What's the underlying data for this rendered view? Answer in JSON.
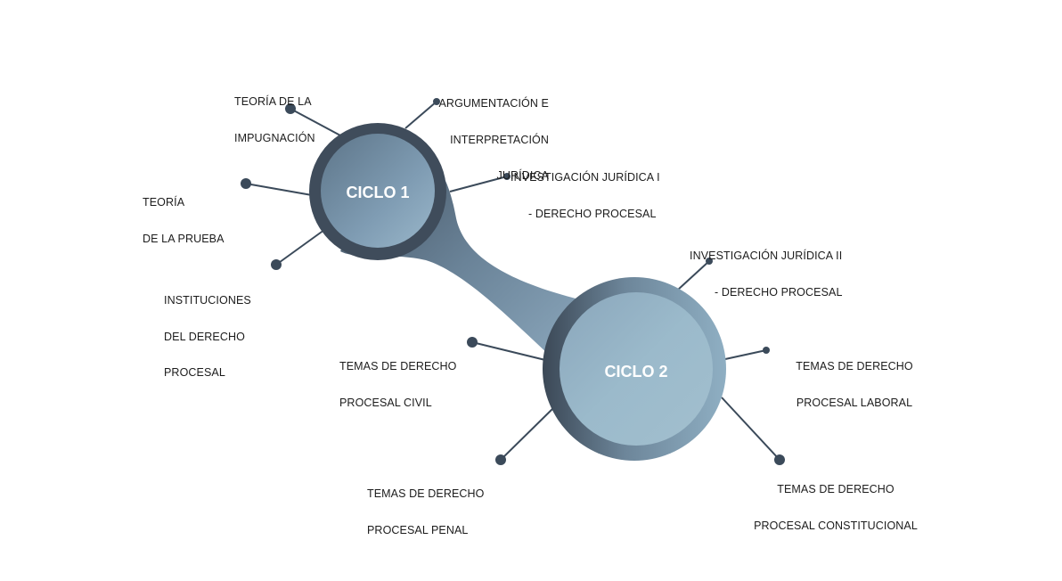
{
  "cycles": [
    {
      "title": "CICLO 1",
      "topics": [
        {
          "lines": [
            "TEORÍA DE LA",
            "IMPUGNACIÓN"
          ]
        },
        {
          "lines": [
            "ARGUMENTACIÓN E",
            "INTERPRETACIÓN",
            "JURÍDICA"
          ]
        },
        {
          "lines": [
            "INVESTIGACIÓN JURÍDICA I",
            "- DERECHO PROCESAL"
          ]
        },
        {
          "lines": [
            "TEORÍA",
            "DE LA PRUEBA"
          ]
        },
        {
          "lines": [
            "INSTITUCIONES",
            "DEL DERECHO",
            "PROCESAL"
          ]
        }
      ]
    },
    {
      "title": "CICLO 2",
      "topics": [
        {
          "lines": [
            "INVESTIGACIÓN JURÍDICA II",
            "- DERECHO PROCESAL"
          ]
        },
        {
          "lines": [
            "TEMAS DE DERECHO",
            "PROCESAL CIVIL"
          ]
        },
        {
          "lines": [
            "TEMAS DE DERECHO",
            "PROCESAL LABORAL"
          ]
        },
        {
          "lines": [
            "TEMAS DE DERECHO",
            "PROCESAL PENAL"
          ]
        },
        {
          "lines": [
            "TEMAS DE DERECHO",
            "PROCESAL CONSTITUCIONAL"
          ]
        }
      ]
    }
  ],
  "colors": {
    "connector": "#3b4a5a",
    "dark_ring": "#3f4c5b",
    "mid_blue": "#7d9bb3",
    "light_blue": "#9bbacb"
  }
}
